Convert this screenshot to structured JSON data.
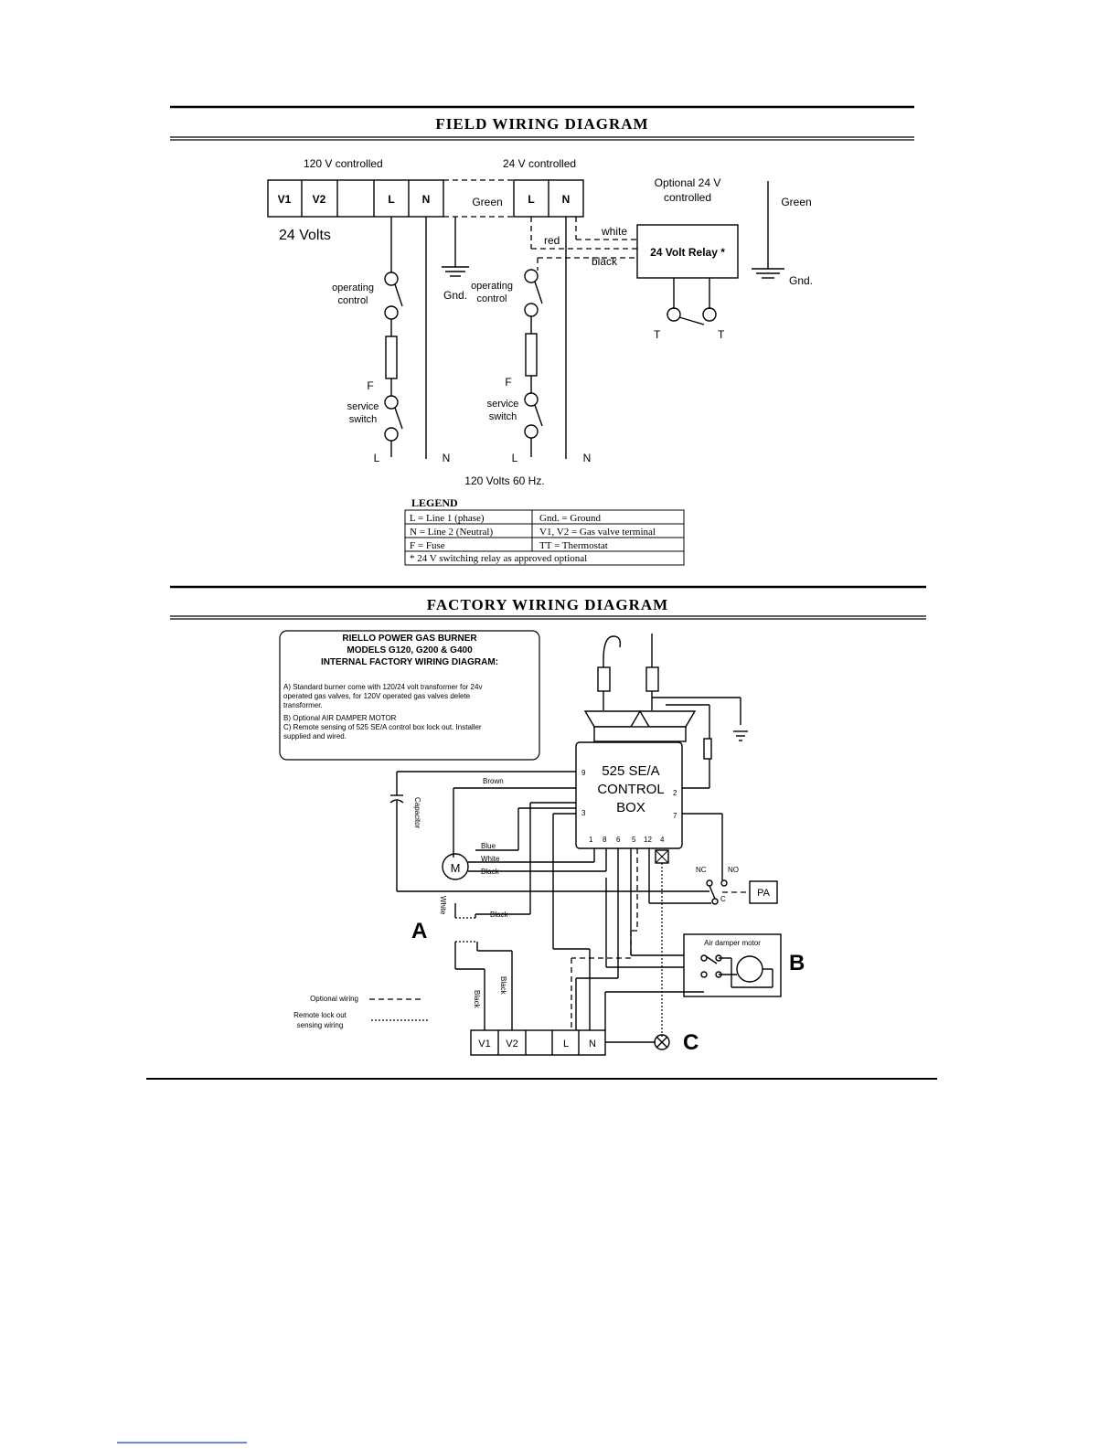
{
  "field": {
    "title": "FIELD WIRING DIAGRAM",
    "label_120v_controlled": "120 V controlled",
    "label_24v_controlled": "24 V controlled",
    "label_optional_24v": [
      "Optional 24 V",
      "controlled"
    ],
    "terminals_left": [
      "V1",
      "V2",
      "",
      "L",
      "N"
    ],
    "terminal_green": "Green",
    "terminals_right": [
      "L",
      "N"
    ],
    "label_24_volts": "24 Volts",
    "wire_white": "white",
    "wire_red": "red",
    "wire_black": "black",
    "relay_label": "24 Volt Relay *",
    "green_right": "Green",
    "gnd_right": "Gnd.",
    "gnd_mid": "Gnd.",
    "operating_control": [
      "operating",
      "control"
    ],
    "fuse_label": "F",
    "service_switch": [
      "service",
      "switch"
    ],
    "line_label": "L",
    "neutral_label": "N",
    "thermostat_label": "T",
    "supply_label": "120 Volts 60 Hz."
  },
  "legend": {
    "title": "LEGEND",
    "rows": [
      [
        "L = Line 1 (phase)",
        "Gnd. = Ground"
      ],
      [
        "N = Line 2 (Neutral)",
        "V1, V2 = Gas valve terminal"
      ],
      [
        "F = Fuse",
        "TT = Thermostat"
      ]
    ],
    "note": "* 24 V switching relay as approved optional"
  },
  "factory": {
    "title": "FACTORY WIRING DIAGRAM",
    "info_lines": [
      "RIELLO POWER GAS BURNER",
      "MODELS G120, G200 & G400",
      "INTERNAL FACTORY WIRING DIAGRAM:"
    ],
    "notes": [
      "A) Standard burner come with 120/24 volt transformer for 24v",
      "operated gas valves, for 120V operated gas valves delete",
      "transformer.",
      "B) Optional AIR DAMPER MOTOR",
      "C) Remote sensing of 525 SE/A control box lock out. Installer",
      "supplied and wired."
    ],
    "control_box": [
      "525 SE/A",
      "CONTROL",
      "BOX"
    ],
    "pins": [
      "9",
      "3",
      "2",
      "7",
      "1",
      "8",
      "6",
      "5",
      "12",
      "4"
    ],
    "wire_brown": "Brown",
    "wire_blue": "Blue",
    "wire_white": "White",
    "wire_black": "Black",
    "capacitor": "Capacitor",
    "motor": "M",
    "nc": "NC",
    "no": "NO",
    "c": "C",
    "pa": "PA",
    "air_damper": "Air damper motor",
    "label_a": "A",
    "label_b": "B",
    "label_c": "C",
    "optional_wiring": "Optional wiring",
    "remote_lockout": [
      "Remote lock out",
      "sensing wiring"
    ],
    "bottom_terminals": [
      "V1",
      "V2",
      "",
      "L",
      "N"
    ]
  }
}
